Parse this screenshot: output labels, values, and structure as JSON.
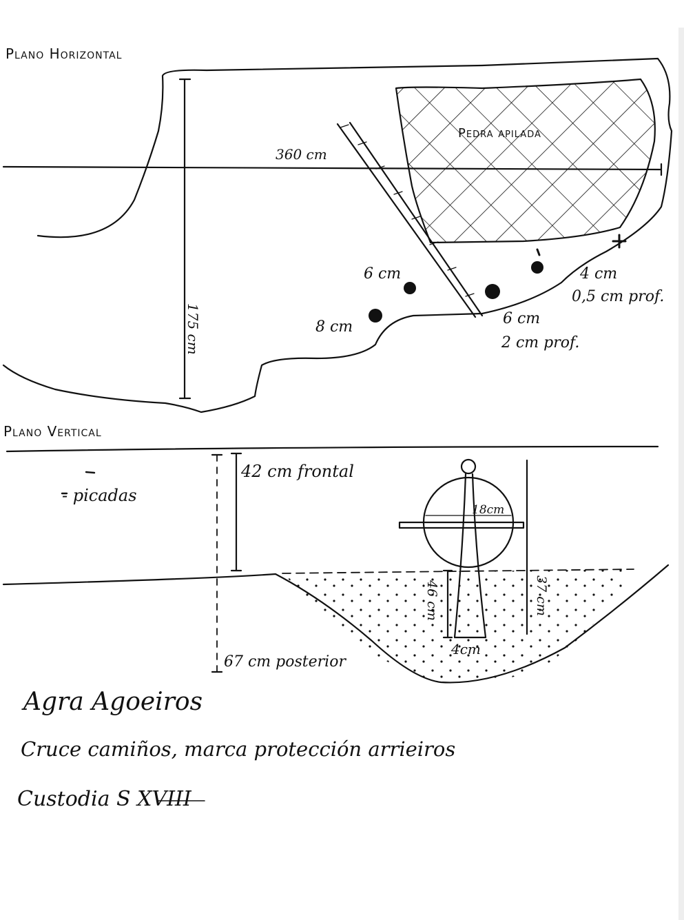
{
  "horizontal_plan": {
    "title": "Plano Horizontal",
    "pile_label": "Pedra apilada",
    "width_label": "360 cm",
    "height_label": "175 cm",
    "plus_sign": "+",
    "minus_sign": "-",
    "measurements": [
      {
        "size": "6 cm"
      },
      {
        "size": "8 cm"
      },
      {
        "size": "6 cm",
        "depth": "2 cm prof."
      },
      {
        "size": "4 cm",
        "depth": "0,5 cm prof."
      }
    ]
  },
  "vertical_plan": {
    "title": "Plano Vertical",
    "frontal_label": "42 cm frontal",
    "posterior_label": "67 cm posterior",
    "picadas_label": "- picadas",
    "disc_width_label": "18cm",
    "stem_height_label": "46 cm",
    "total_height_label": "37 cm",
    "base_label": "4cm"
  },
  "notes": {
    "place": "Agra Agoeiros",
    "description": "Cruce camiños, marca protección arrieiros",
    "dating": "Custodia S XVIII"
  }
}
